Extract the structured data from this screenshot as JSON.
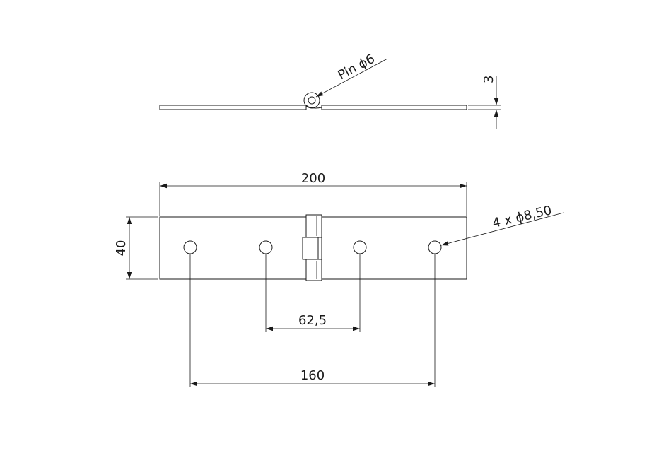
{
  "drawing": {
    "dimensions": {
      "overall_length": "200",
      "height": "40",
      "inner_hole_spacing": "62,5",
      "outer_hole_spacing": "160",
      "thickness": "3"
    },
    "callouts": {
      "holes": "4 x ϕ8,50",
      "pin": "Pin ϕ6"
    }
  }
}
